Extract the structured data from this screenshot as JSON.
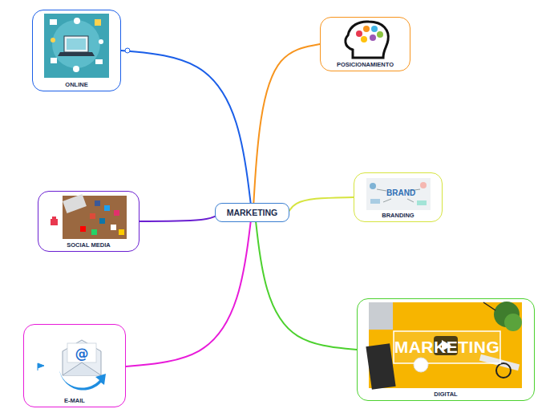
{
  "diagram": {
    "nodes": [
      {
        "text": [
          "MARKETING"
        ]
      },
      {
        "text": [
          "ONLINE"
        ]
      },
      {
        "text": [
          "POSICIONAMIENTO"
        ]
      },
      {
        "text": [
          "SOCIAL MEDIA"
        ]
      },
      {
        "text": [
          "BRANDING"
        ]
      },
      {
        "text": [
          "E-MAIL"
        ]
      },
      {
        "text": [
          "DIGITAL"
        ]
      }
    ],
    "edges": [
      {
        "from": 0,
        "to": 1,
        "arrow": "none"
      },
      {
        "from": 0,
        "to": 2,
        "arrow": "none"
      },
      {
        "from": 0,
        "to": 3,
        "arrow": "none"
      },
      {
        "from": 0,
        "to": 4,
        "arrow": "none"
      },
      {
        "from": 0,
        "to": 5,
        "arrow": "none"
      },
      {
        "from": 0,
        "to": 6,
        "arrow": "none"
      }
    ],
    "labels": [
      "BRAND",
      "MARKETING"
    ]
  }
}
